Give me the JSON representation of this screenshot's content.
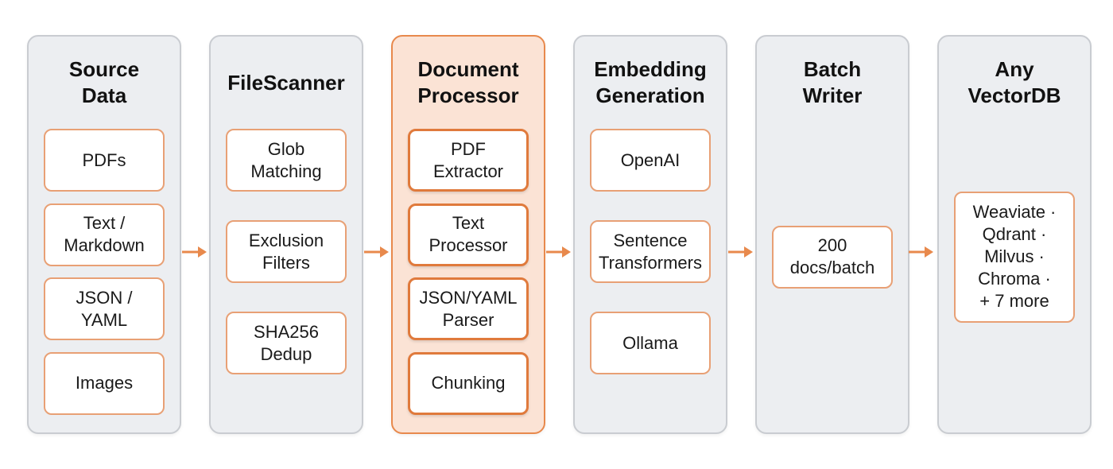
{
  "columns": [
    {
      "title": "Source\nData",
      "items": [
        "PDFs",
        "Text /\nMarkdown",
        "JSON /\nYAML",
        "Images"
      ]
    },
    {
      "title": "FileScanner",
      "items": [
        "Glob\nMatching",
        "Exclusion\nFilters",
        "SHA256\nDedup"
      ]
    },
    {
      "title": "Document\nProcessor",
      "items": [
        "PDF\nExtractor",
        "Text\nProcessor",
        "JSON/YAML\nParser",
        "Chunking"
      ]
    },
    {
      "title": "Embedding\nGeneration",
      "items": [
        "OpenAI",
        "Sentence\nTransformers",
        "Ollama"
      ]
    },
    {
      "title": "Batch\nWriter",
      "items": [
        "200\ndocs/batch"
      ]
    },
    {
      "title": "Any\nVectorDB",
      "items": [
        "Weaviate ·\nQdrant ·\nMilvus ·\nChroma ·\n+ 7 more"
      ]
    }
  ],
  "colors": {
    "accent": "#e8894c",
    "highlight_background": "#fbe3d5",
    "panel_background": "#eceef1"
  }
}
